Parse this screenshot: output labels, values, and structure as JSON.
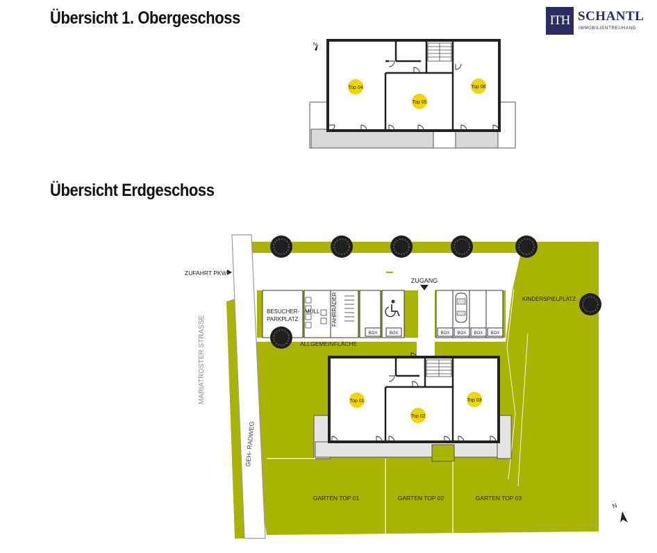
{
  "headings": {
    "upper_floor": "Übersicht 1. Obergeschoss",
    "ground_floor": "Übersicht Erdgeschoss"
  },
  "logo": {
    "mark": "ITH",
    "name": "SCHANTL",
    "subtitle": "IMMOBILIENTREUHAND",
    "color": "#2b2c63"
  },
  "colors": {
    "lawn": "#a8b400",
    "unit_marker": "#f2d400",
    "terrace": "#d9d9d9",
    "wall": "#222222"
  },
  "upper_floor": {
    "units": [
      "Top 04",
      "Top 05",
      "Top 06"
    ],
    "north_label": "N"
  },
  "ground_floor": {
    "units": [
      "Top 01",
      "Top 02",
      "Top 03"
    ],
    "labels": {
      "access_car": "ZUFAHRT PKW",
      "entrance": "ZUGANG",
      "visitor_parking": [
        "BESUCHER-",
        "PARKPLATZ"
      ],
      "waste": "MÜLL",
      "bicycles": "FAHRRÄDER",
      "common_area": "ALLGEMEINFLÄCHE",
      "playground": "KINDERSPIELPLATZ",
      "street": "MARIATROSTER STRASSE",
      "path": "GEH- RADWEG",
      "gardens": [
        "GARTEN TOP 01",
        "GARTEN TOP 02",
        "GARTEN TOP 03"
      ],
      "box": "BOX",
      "north_label": "N"
    }
  }
}
